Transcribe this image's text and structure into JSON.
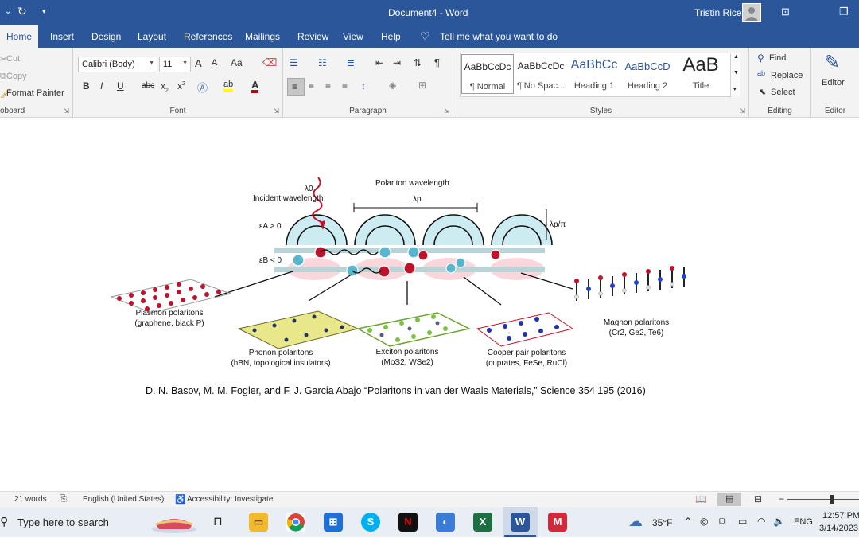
{
  "window": {
    "title": "Document4  -  Word",
    "user": "Tristin Rice"
  },
  "tabs": [
    "Home",
    "Insert",
    "Design",
    "Layout",
    "References",
    "Mailings",
    "Review",
    "View",
    "Help"
  ],
  "tell_me": "Tell me what you want to do",
  "clipboard": {
    "cut": "Cut",
    "copy": "Copy",
    "format_painter": "Format Painter",
    "label": "oboard"
  },
  "font": {
    "name": "Calibri (Body)",
    "size": "11",
    "label": "Font",
    "grow": "A",
    "shrink": "A",
    "case": "Aa",
    "bold": "B",
    "italic": "I",
    "underline": "U",
    "strike": "abc",
    "subscript": "x",
    "superscript": "x"
  },
  "paragraph": {
    "label": "Paragraph",
    "pilcrow": "¶"
  },
  "styles": {
    "label": "Styles",
    "items": [
      {
        "preview": "AaBbCcDc",
        "name": "¶ Normal"
      },
      {
        "preview": "AaBbCcDc",
        "name": "¶ No Spac..."
      },
      {
        "preview": "AaBbCc",
        "name": "Heading 1"
      },
      {
        "preview": "AaBbCcD",
        "name": "Heading 2"
      },
      {
        "preview": "AaB",
        "name": "Title"
      }
    ]
  },
  "editing": {
    "find": "Find",
    "replace": "Replace",
    "select": "Select",
    "label": "Editing"
  },
  "editor": {
    "button": "Editor",
    "label": "Editor"
  },
  "figure": {
    "lambda0": "λ0",
    "incident": "Incident wavelength",
    "polariton_wavelength": "Polariton wavelength",
    "lambdap": "λp",
    "lambdap_pi": "λp/π",
    "eps_a": "εA > 0",
    "eps_b": "εB < 0",
    "materials": [
      {
        "name": "Plasmon polaritons",
        "sub": "(graphene, black P)"
      },
      {
        "name": "Phonon polaritons",
        "sub": "(hBN, topological insulators)"
      },
      {
        "name": "Exciton polaritons",
        "sub": "(MoS2, WSe2)"
      },
      {
        "name": "Cooper pair polaritons",
        "sub": "(cuprates, FeSe, RuCl)"
      },
      {
        "name": "Magnon polaritons",
        "sub": "(Cr2, Ge2, Te6)"
      }
    ]
  },
  "caption": "D. N. Basov, M. M. Fogler, and F. J. Garcia Abajo “Polaritons in van der Waals Materials,” Science 354 195 (2016)",
  "status": {
    "words": "21 words",
    "language": "English (United States)",
    "accessibility": "Accessibility: Investigate"
  },
  "taskbar": {
    "search": "Type here to search",
    "temp": "35°F",
    "lang": "ENG",
    "time": "12:57 PM",
    "date": "3/14/2023"
  }
}
